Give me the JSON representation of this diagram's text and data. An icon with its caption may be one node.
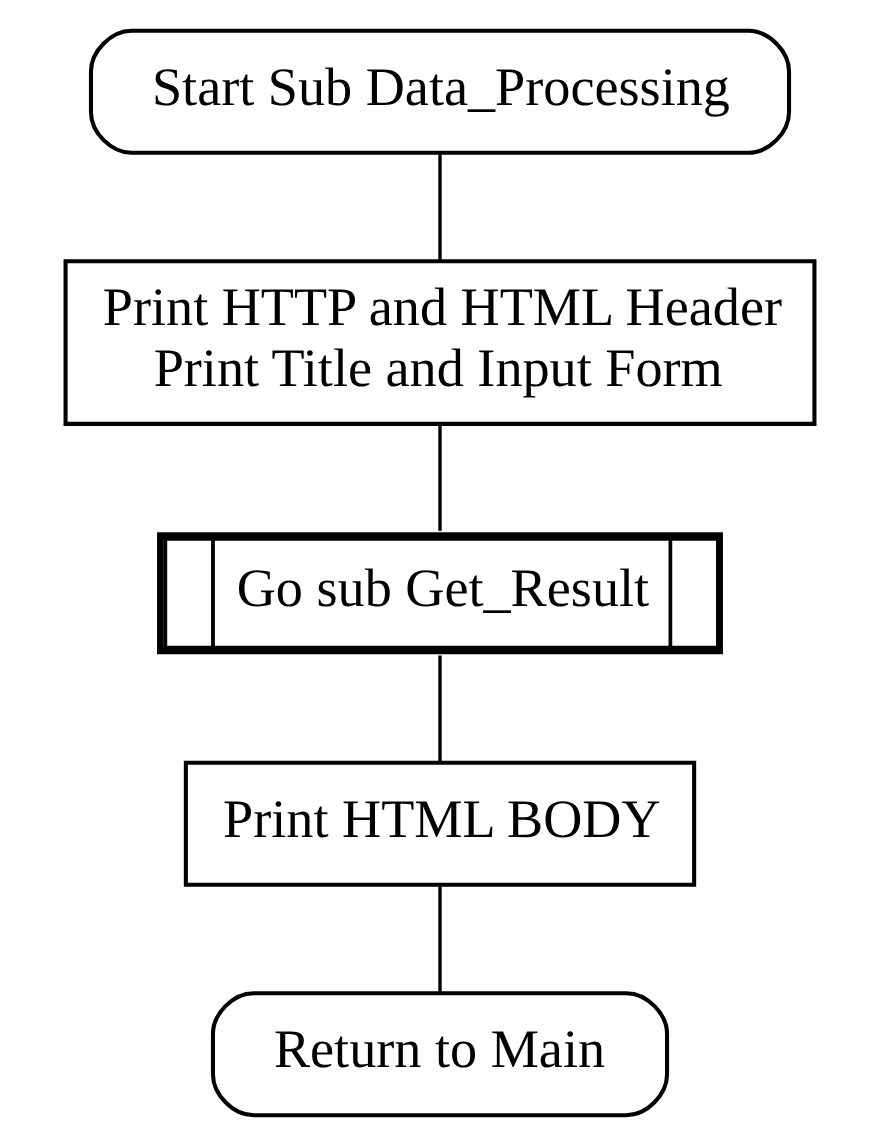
{
  "diagram": {
    "nodes": [
      {
        "text": [
          "Start Sub Data_Processing"
        ]
      },
      {
        "text": [
          "Print HTTP and HTML Header",
          "Print Title and Input Form"
        ]
      },
      {
        "text": [
          "Go sub Get_Result"
        ]
      },
      {
        "text": [
          "Print HTML BODY"
        ]
      },
      {
        "text": [
          "Return to Main"
        ]
      }
    ],
    "edges": [
      {
        "from": 0,
        "to": 1,
        "arrow": "none"
      },
      {
        "from": 1,
        "to": 2,
        "arrow": "none"
      },
      {
        "from": 2,
        "to": 3,
        "arrow": "none"
      },
      {
        "from": 3,
        "to": 4,
        "arrow": "none"
      }
    ]
  }
}
